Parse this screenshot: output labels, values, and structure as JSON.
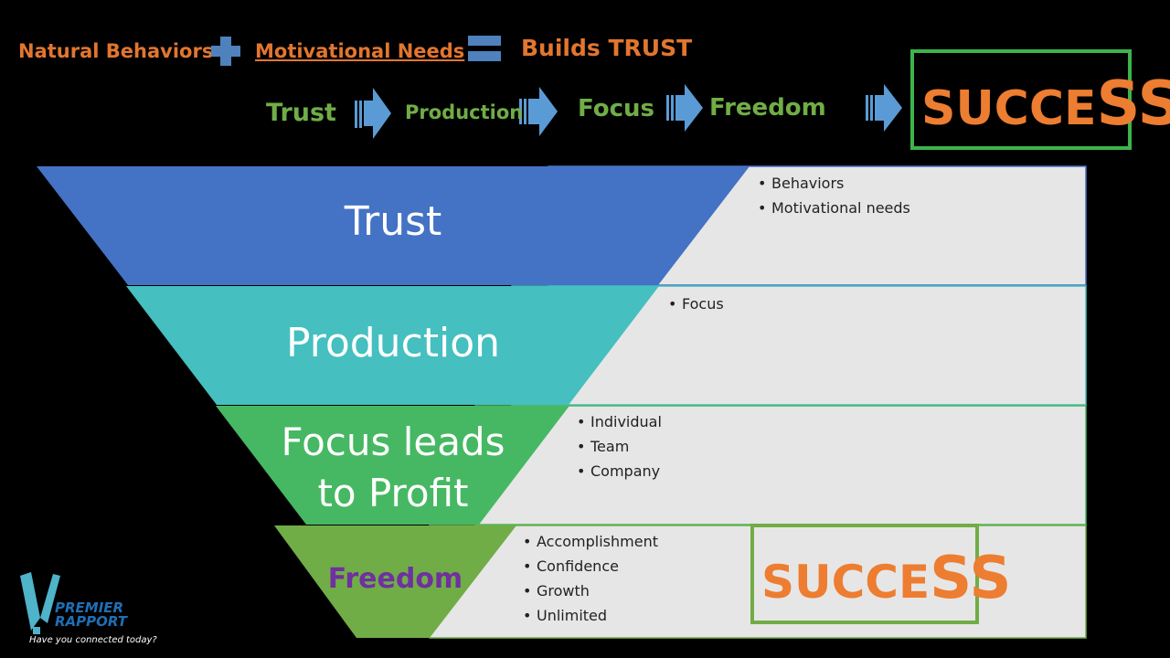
{
  "header": {
    "natural_behaviors": "Natural Behaviors",
    "motivational_needs": "Motivational Needs",
    "builds_trust": "Builds TRUST"
  },
  "flow": {
    "steps": [
      "Trust",
      "Production",
      "Focus",
      "Freedom"
    ],
    "result": {
      "small": "SUCCE",
      "big": "SS"
    }
  },
  "funnel": {
    "levels": [
      {
        "label": "Trust",
        "bullets": [
          "Behaviors",
          "Motivational needs"
        ],
        "color": "#4472c4"
      },
      {
        "label": "Production",
        "bullets": [
          "Focus"
        ],
        "color": "#45bfbf"
      },
      {
        "label": "Focus leads to Profit",
        "bullets": [
          "Individual",
          "Team",
          "Company"
        ],
        "color": "#46b863"
      },
      {
        "label": "Freedom",
        "bullets": [
          "Accomplishment",
          "Confidence",
          "Growth",
          "Unlimited"
        ],
        "color": "#70ad47"
      }
    ],
    "success": {
      "small": "SUCCE",
      "big": "SS"
    }
  },
  "logo": {
    "name_line1": "PREMIER",
    "name_line2": "RAPPORT",
    "tagline": "Have you connected today?"
  },
  "colors": {
    "orange": "#e2762f",
    "green_text": "#70ad47",
    "arrow_blue": "#5b9bd5",
    "box_green": "#70ad47",
    "panel": "#e7e6e6",
    "freedom_text": "#7030a0"
  }
}
